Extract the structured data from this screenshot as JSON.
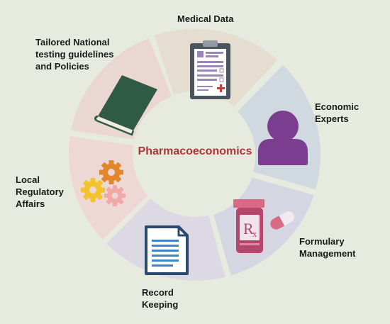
{
  "center_title": "Pharmacoeconomics",
  "segments": [
    {
      "label": "Medical Data",
      "icon": "clipboard-icon",
      "color": "#e4ddd0"
    },
    {
      "label": "Economic\nExperts",
      "icon": "person-icon",
      "color": "#cfd9df"
    },
    {
      "label": "Formulary\nManagement",
      "icon": "prescription-bottle-icon",
      "color": "#d6d6e2"
    },
    {
      "label": "Record\nKeeping",
      "icon": "document-icon",
      "color": "#dcd8e4"
    },
    {
      "label": "Local\nRegulatory\nAffairs",
      "icon": "gears-icon",
      "color": "#eed8d6"
    },
    {
      "label": "Tailored National\ntesting guidelines\nand Policies",
      "icon": "book-icon",
      "color": "#ebd7d2"
    }
  ],
  "colors": {
    "background": "#e6eadf",
    "title": "#b03535",
    "book": "#2f5a45",
    "person": "#7a3d8f",
    "bottle": "#b4476a",
    "pill": "#d86a84",
    "gear_orange": "#e2862b",
    "gear_yellow": "#f4c22c",
    "gear_pink": "#f2a8a6",
    "doc_stroke": "#2b4a6f",
    "doc_lines": "#3f86c8"
  }
}
